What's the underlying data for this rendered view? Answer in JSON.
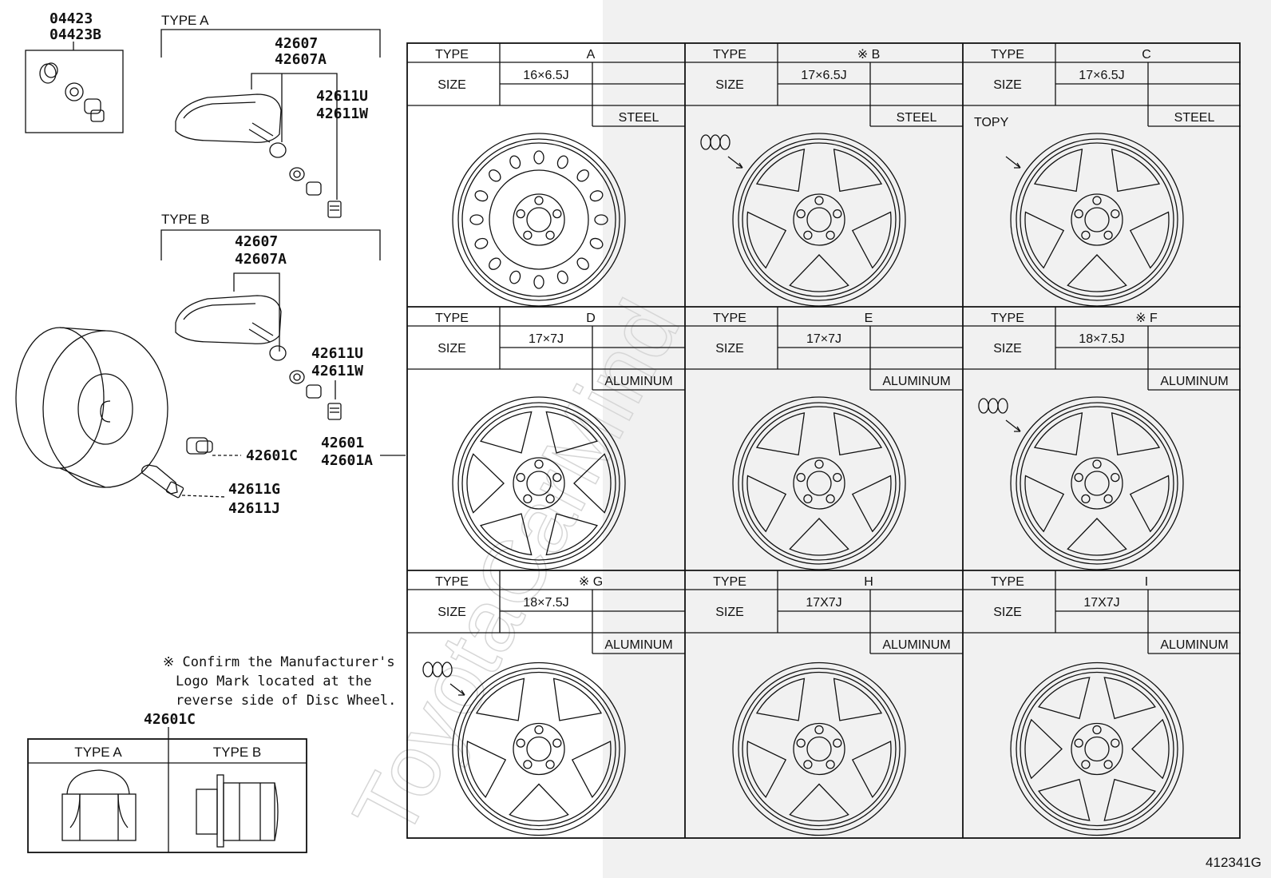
{
  "diagram_code": "412341G",
  "watermark": "ToyotaCarMind",
  "left_parts": {
    "valve_kit_a": "04423",
    "valve_kit_b": "04423B",
    "type_a_label": "TYPE A",
    "type_a_sensor_1": "42607",
    "type_a_sensor_2": "42607A",
    "type_a_valve_1": "42611U",
    "type_a_valve_2": "42611W",
    "type_b_label": "TYPE B",
    "type_b_sensor_1": "42607",
    "type_b_sensor_2": "42607A",
    "type_b_valve_1": "42611U",
    "type_b_valve_2": "42611W",
    "nut_part": "42601C",
    "wheel_part_1": "42601",
    "wheel_part_2": "42601A",
    "valve_stem_1": "42611G",
    "valve_stem_2": "42611J"
  },
  "note": {
    "line1": "※ Confirm the Manufacturer's",
    "line2": "Logo Mark located at the",
    "line3": "reverse side of Disc Wheel."
  },
  "nut_table": {
    "part": "42601C",
    "col_a": "TYPE A",
    "col_b": "TYPE B"
  },
  "wheel_table": {
    "type_label": "TYPE",
    "size_label": "SIZE",
    "cells": [
      {
        "type": "A",
        "size": "16×6.5J",
        "material": "STEEL",
        "mark": ""
      },
      {
        "type": "※ B",
        "size": "17×6.5J",
        "material": "STEEL",
        "mark": ""
      },
      {
        "type": "C",
        "size": "17×6.5J",
        "material": "STEEL",
        "mark": "TOPY"
      },
      {
        "type": "D",
        "size": "17×7J",
        "material": "ALUMINUM",
        "mark": ""
      },
      {
        "type": "E",
        "size": "17×7J",
        "material": "ALUMINUM",
        "mark": ""
      },
      {
        "type": "※ F",
        "size": "18×7.5J",
        "material": "ALUMINUM",
        "mark": ""
      },
      {
        "type": "※ G",
        "size": "18×7.5J",
        "material": "ALUMINUM",
        "mark": ""
      },
      {
        "type": "H",
        "size": "17X7J",
        "material": "ALUMINUM",
        "mark": ""
      },
      {
        "type": "I",
        "size": "17X7J",
        "material": "ALUMINUM",
        "mark": ""
      }
    ]
  }
}
